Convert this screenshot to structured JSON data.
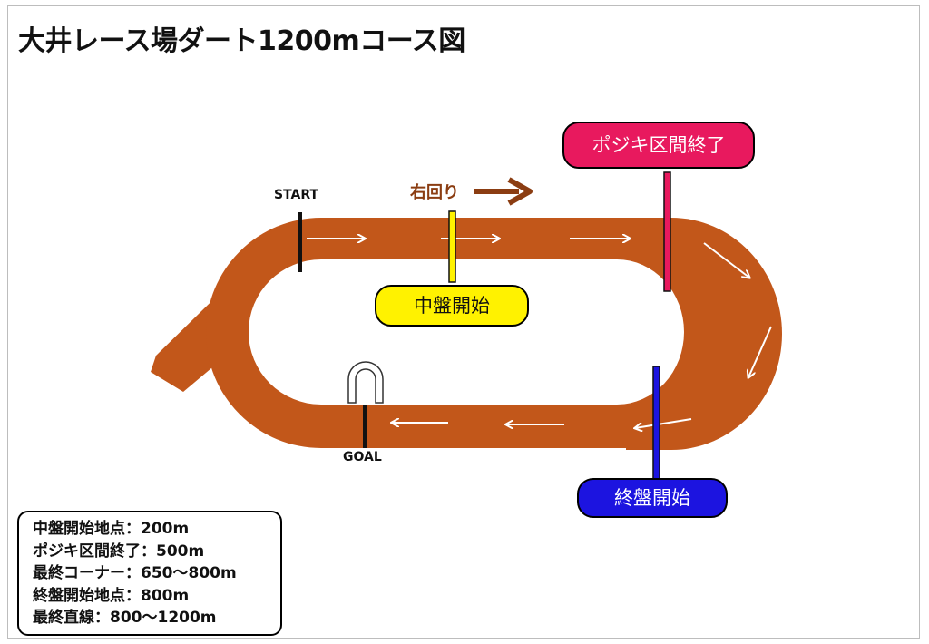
{
  "title": "大井レース場ダート1200mコース図",
  "direction_label": "右回り",
  "start_label": "START",
  "goal_label": "GOAL",
  "markers": {
    "mid_start": "中盤開始",
    "pocket_end": "ポジキ区間終了",
    "final_start": "終盤開始"
  },
  "colors": {
    "track": "#c2571a",
    "mid_marker": "#fff200",
    "pocket_marker": "#e8195e",
    "final_marker": "#1c14e0",
    "direction_arrow": "#8b3d12"
  },
  "info": {
    "lines": [
      "中盤開始地点：200m",
      "ポジキ区間終了：500m",
      "最終コーナー：650～800m",
      "終盤開始地点：800m",
      "最終直線：800～1200m"
    ]
  }
}
